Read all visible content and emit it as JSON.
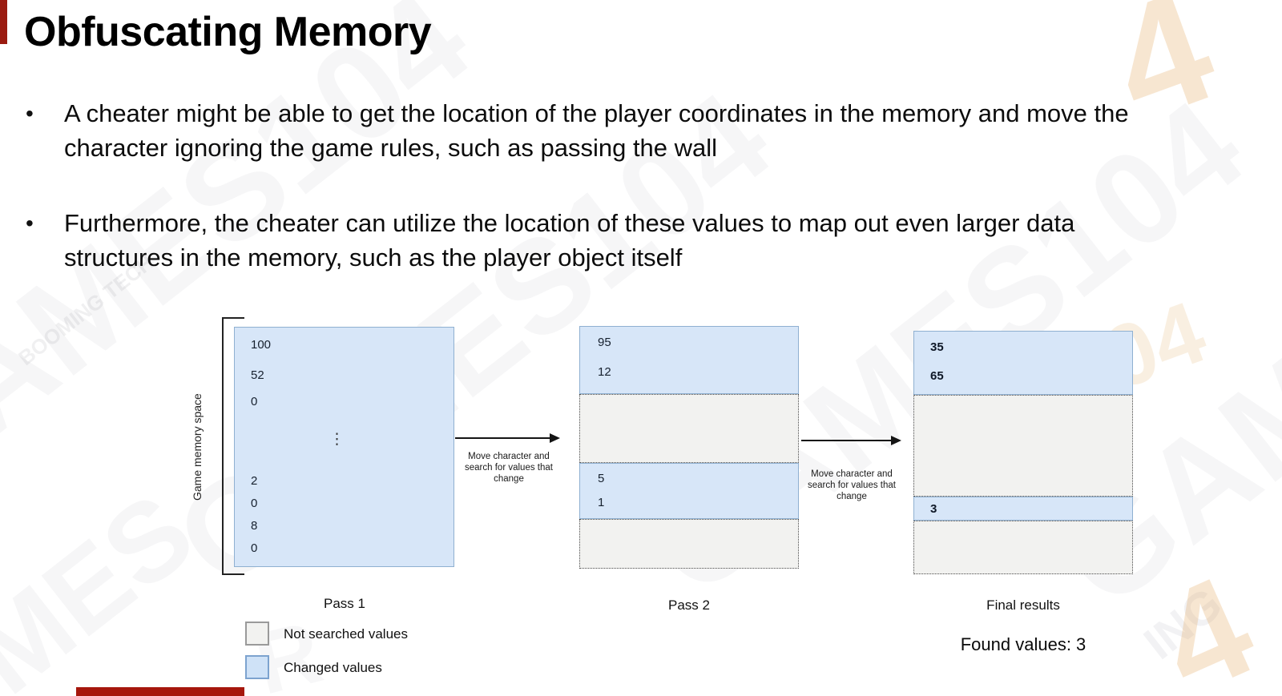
{
  "slide": {
    "title": "Obfuscating Memory",
    "bullet_marker": "•",
    "bullets": [
      "A cheater might be able to get the location of the player coordinates in the memory and move the character ignoring the game rules, such as passing the wall",
      "Furthermore, the cheater can utilize the location of these values to map out even larger data structures in the memory, such as the player object itself"
    ]
  },
  "diagram": {
    "axis_label": "Game memory space",
    "ellipsis": "⋮",
    "pass1": {
      "label": "Pass 1",
      "values": [
        "100",
        "52",
        "0",
        "2",
        "0",
        "8",
        "0"
      ]
    },
    "arrows": [
      {
        "caption_lines": [
          "Move character  and",
          "search for values that",
          "change"
        ]
      },
      {
        "caption_lines": [
          "Move character  and",
          "search for values that",
          "change"
        ]
      }
    ],
    "pass2": {
      "label": "Pass 2",
      "sections": [
        {
          "type": "changed",
          "values": [
            "95",
            "12"
          ]
        },
        {
          "type": "not-searched",
          "values": []
        },
        {
          "type": "changed",
          "values": [
            "5",
            "1"
          ]
        },
        {
          "type": "not-searched",
          "values": []
        }
      ]
    },
    "final": {
      "label": "Final results",
      "sections": [
        {
          "type": "changed",
          "values": [
            "35",
            "65"
          ]
        },
        {
          "type": "not-searched",
          "values": []
        },
        {
          "type": "changed",
          "values": [
            "3"
          ]
        },
        {
          "type": "not-searched",
          "values": []
        }
      ]
    },
    "found_values_text": "Found values: 3",
    "legend": {
      "items": [
        {
          "swatch": "not-searched-swatch",
          "label": "Not searched values"
        },
        {
          "swatch": "changed-swatch",
          "label": "Changed values"
        }
      ]
    },
    "colors": {
      "changed_fill": "#d7e6f8",
      "changed_border": "#8fb0d1",
      "not_searched_fill": "#f2f2f0",
      "not_searched_border": "#4a4a4a",
      "accent_red": "#9b1b10"
    }
  },
  "watermarks": [
    "GAMES104",
    "GAMES104",
    "GAMES104",
    "GAMES",
    "MES",
    "BOOMING TECH",
    "ING",
    "4",
    "4",
    "04",
    "R"
  ]
}
